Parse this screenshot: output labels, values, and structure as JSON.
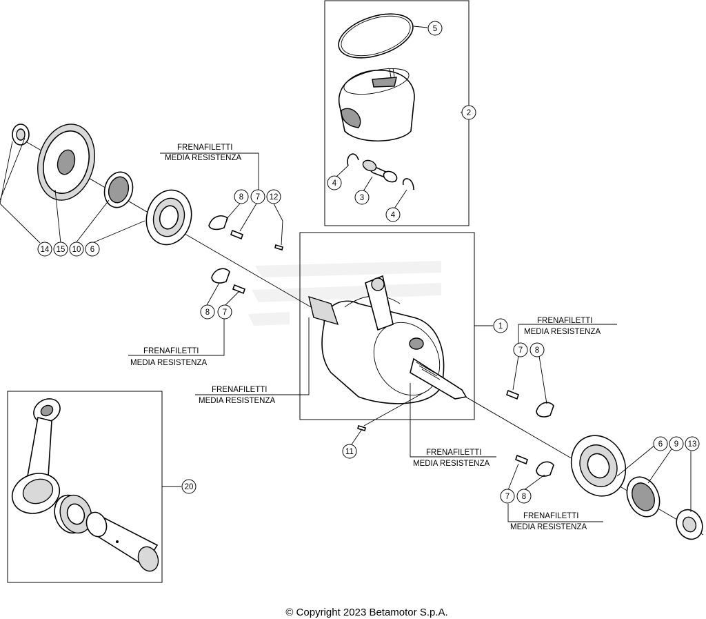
{
  "notes": {
    "line1": "FRENAFILETTI",
    "line2": "MEDIA RESISTENZA"
  },
  "callouts": {
    "n1": "1",
    "n2": "2",
    "n3": "3",
    "n4": "4",
    "n5": "5",
    "n6": "6",
    "n7": "7",
    "n8": "8",
    "n9": "9",
    "n10": "10",
    "n11": "11",
    "n12": "12",
    "n13": "13",
    "n14": "14",
    "n15": "15",
    "n20": "20"
  },
  "footer": {
    "copyright": "© Copyright 2023 Betamotor S.p.A."
  },
  "colors": {
    "line": "#000000",
    "background": "#ffffff",
    "shade": "#9a9a9a",
    "watermark": "#e6e6e6"
  }
}
